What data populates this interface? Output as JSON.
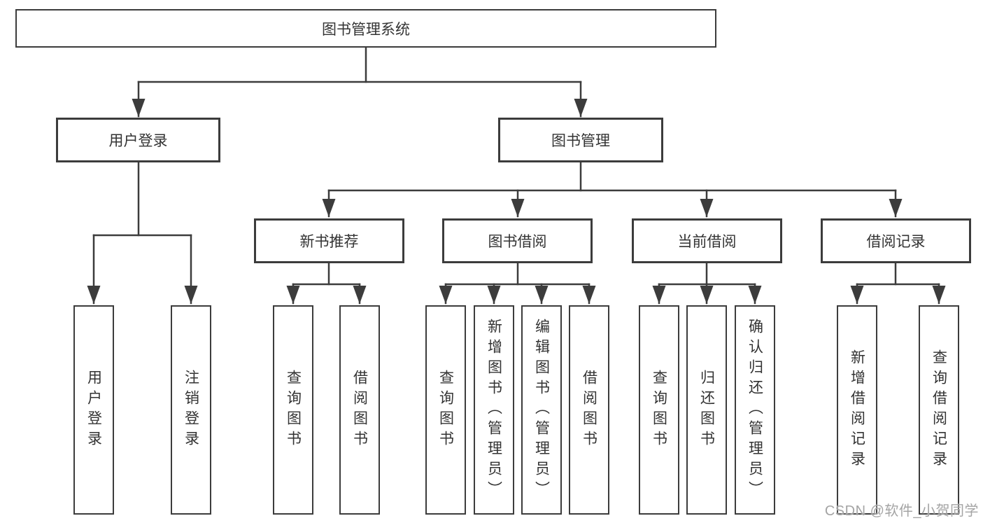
{
  "diagram": {
    "title": "图书管理系统",
    "tree": {
      "label": "图书管理系统",
      "children": [
        {
          "label": "用户登录",
          "children": [
            {
              "label": "用户登录"
            },
            {
              "label": "注销登录"
            }
          ]
        },
        {
          "label": "图书管理",
          "children": [
            {
              "label": "新书推荐",
              "children": [
                {
                  "label": "查询图书"
                },
                {
                  "label": "借阅图书"
                }
              ]
            },
            {
              "label": "图书借阅",
              "children": [
                {
                  "label": "查询图书"
                },
                {
                  "label": "新增图书（管理员）"
                },
                {
                  "label": "编辑图书（管理员）"
                },
                {
                  "label": "借阅图书"
                }
              ]
            },
            {
              "label": "当前借阅",
              "children": [
                {
                  "label": "查询图书"
                },
                {
                  "label": "归还图书"
                },
                {
                  "label": "确认归还（管理员）"
                }
              ]
            },
            {
              "label": "借阅记录",
              "children": [
                {
                  "label": "新增借阅记录"
                },
                {
                  "label": "查询借阅记录"
                }
              ]
            }
          ]
        }
      ]
    },
    "colors": {
      "line": "#3c3c3c",
      "text": "#333333",
      "box_background": "#ffffff",
      "watermark": "#a4a4a4"
    }
  },
  "watermark": "CSDN @软件_小贺同学"
}
